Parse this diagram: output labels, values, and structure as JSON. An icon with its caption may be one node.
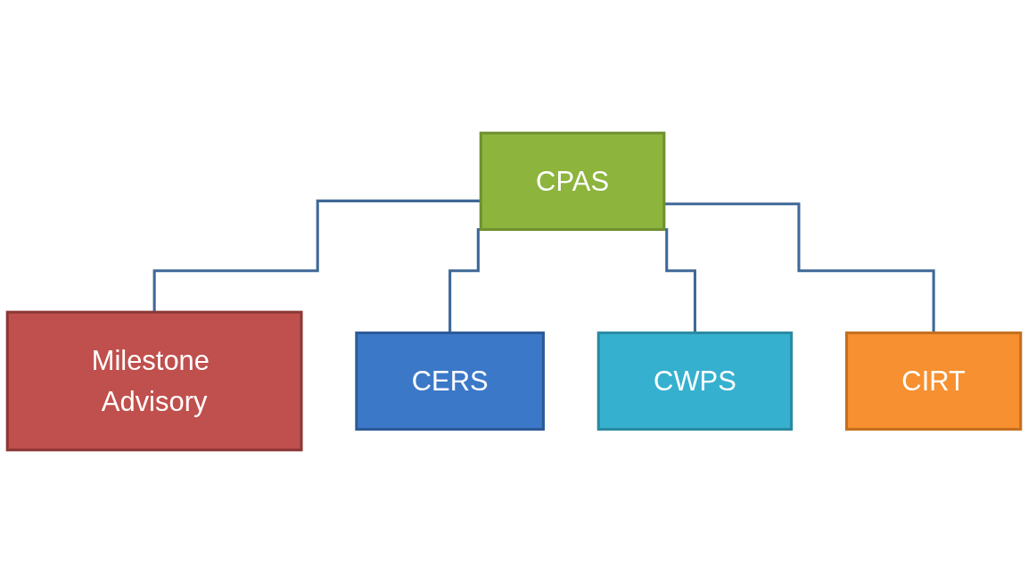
{
  "diagram": {
    "nodes": [
      {
        "text": [
          "CPAS"
        ]
      },
      {
        "text": [
          "Milestone Advisory"
        ]
      },
      {
        "text": [
          "CERS"
        ]
      },
      {
        "text": [
          "CWPS"
        ]
      },
      {
        "text": [
          "CIRT"
        ]
      }
    ],
    "edges": [
      {
        "from": 0,
        "to": 1,
        "arrow": "none"
      },
      {
        "from": 0,
        "to": 2,
        "arrow": "none"
      },
      {
        "from": 0,
        "to": 3,
        "arrow": "none"
      },
      {
        "from": 0,
        "to": 4,
        "arrow": "none"
      }
    ]
  }
}
